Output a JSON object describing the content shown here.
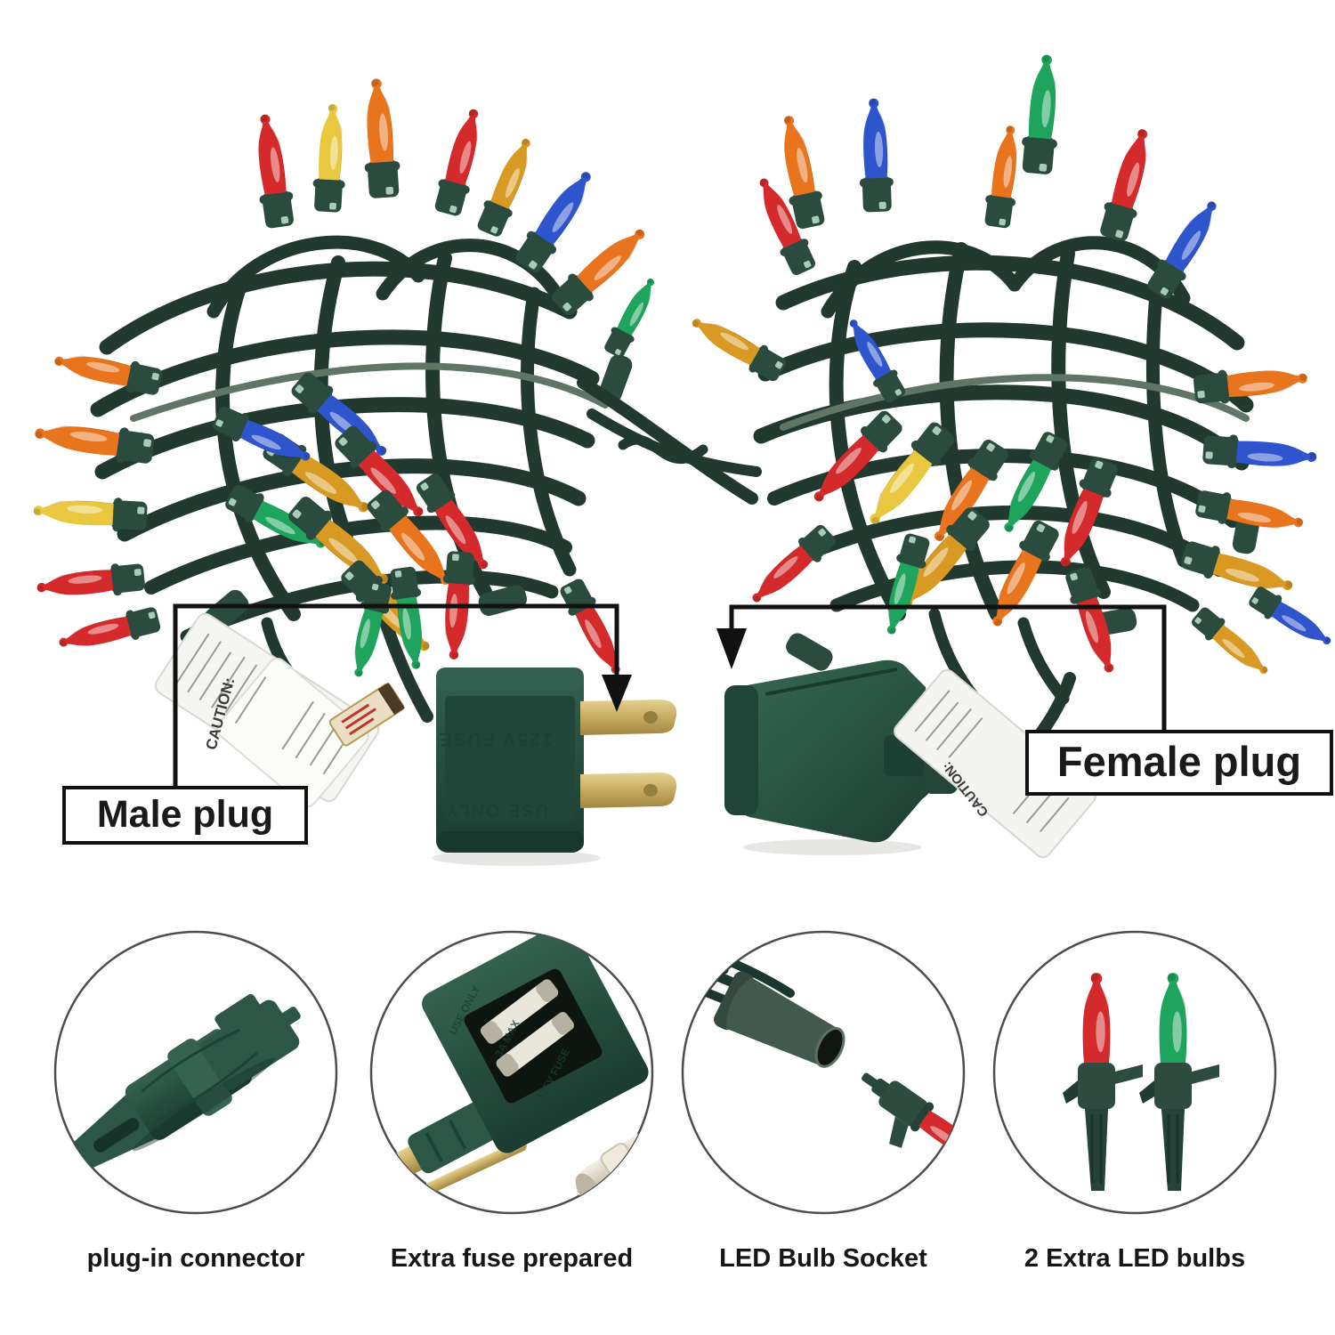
{
  "callouts": {
    "male_plug": "Male plug",
    "female_plug": "Female plug"
  },
  "markings": {
    "fuse_rating": "125V FUSE",
    "use_only": "USE ONLY",
    "amp_max": "3A MAX"
  },
  "caution_label_text": "CAUTION:",
  "features": [
    {
      "caption": "plug-in connector"
    },
    {
      "caption": "Extra fuse prepared"
    },
    {
      "caption": "LED Bulb Socket"
    },
    {
      "caption": "2 Extra LED bulbs"
    }
  ],
  "colors": {
    "bulb-red": "#d42a2b",
    "bulb-orange": "#e8741e",
    "bulb-yellow": "#e9c83f",
    "bulb-amber": "#d89a22",
    "bulb-green": "#1ea45c",
    "bulb-blue": "#2f55cd",
    "wire-green": "#21392f",
    "wire-light": "#5f7568",
    "socket-green": "#2b4b3e",
    "plug-green": "#2c5747",
    "brass": "#cdb26c",
    "clip-mint": "#bfe3cf",
    "callout-black": "#111111",
    "circle-border": "#4d4d4d"
  }
}
